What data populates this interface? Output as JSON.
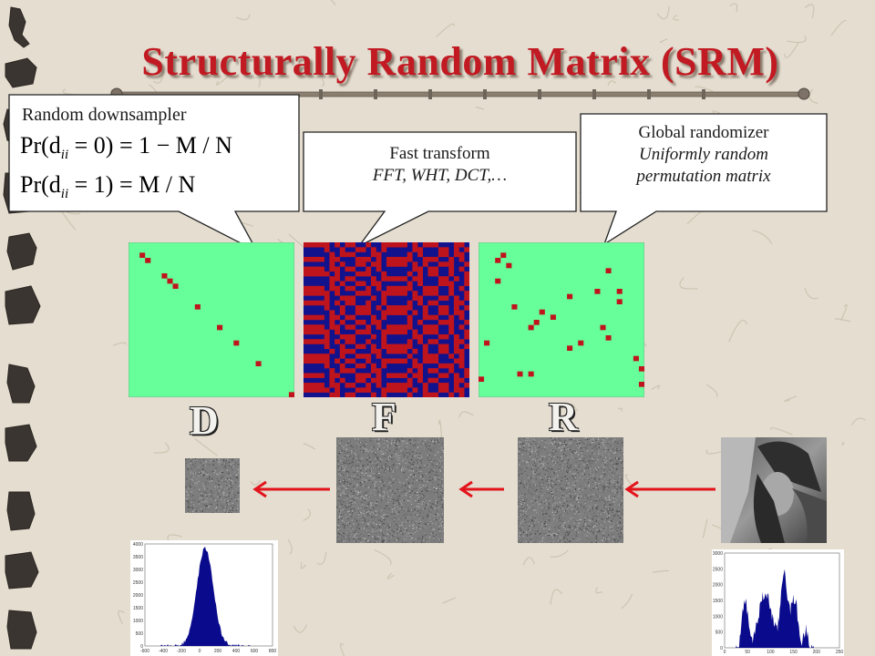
{
  "slide": {
    "title": "Structurally Random Matrix (SRM)"
  },
  "callouts": {
    "downsampler": {
      "label": "Random downsampler",
      "eq1_lhs": "Pr(d",
      "eq1_sub": "ii",
      "eq1_rhs": " = 0) = 1 − M / N",
      "eq2_lhs": "Pr(d",
      "eq2_sub": "ii",
      "eq2_rhs": " = 1) = M / N"
    },
    "transform": {
      "line1": "Fast transform",
      "line2": "FFT, WHT, DCT,…"
    },
    "randomizer": {
      "line1": "Global randomizer",
      "line2": "Uniformly random",
      "line3": "permutation matrix"
    }
  },
  "matrices": {
    "d_label": "D",
    "f_label": "F",
    "r_label": "R",
    "colors": {
      "background": "#66ff99",
      "entry": "#c0141c",
      "wht_a": "#c0141c",
      "wht_b": "#12128c"
    }
  },
  "histograms": {
    "left": {
      "y_ticks": [
        "4000",
        "3500",
        "3000",
        "2500",
        "2000",
        "1500",
        "1000",
        "500",
        "0"
      ],
      "x_ticks": [
        "-600",
        "-400",
        "-200",
        "0",
        "200",
        "400",
        "600",
        "800"
      ]
    },
    "right": {
      "y_ticks": [
        "3000",
        "2500",
        "2000",
        "1500",
        "1000",
        "500",
        "0"
      ],
      "x_ticks": [
        "0",
        "50",
        "100",
        "150",
        "200",
        "250"
      ]
    },
    "bar_color": "#0a0a8c"
  },
  "arrows": {
    "color": "#e3141c"
  }
}
